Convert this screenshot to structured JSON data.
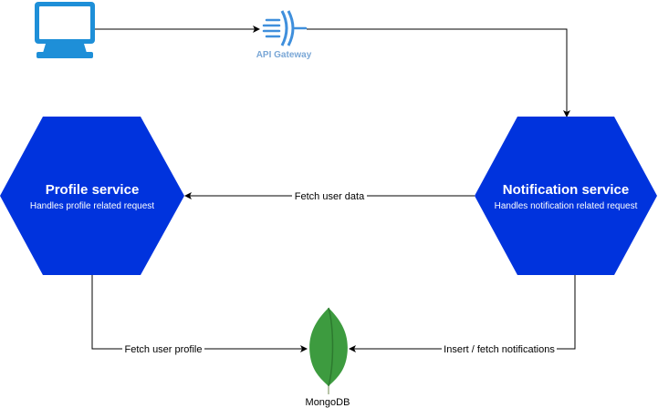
{
  "colors": {
    "service_fill": "#0033dd",
    "computer_blue": "#1e8fd8",
    "gateway_blue": "#3f8fdc",
    "mongo_green": "#3d9b3f",
    "edge": "#000000"
  },
  "nodes": {
    "client": {
      "icon": "computer-icon"
    },
    "gateway": {
      "icon": "api-gateway-icon",
      "label": "API Gateway"
    },
    "profile": {
      "title": "Profile service",
      "subtitle": "Handles profile related request"
    },
    "notification": {
      "title": "Notification service",
      "subtitle": "Handles notification related request"
    },
    "mongodb": {
      "icon": "mongodb-leaf-icon",
      "label": "MongoDB"
    }
  },
  "edges": {
    "fetch_user_data": "Fetch user data",
    "fetch_user_profile": "Fetch user profile",
    "insert_fetch_notifications": "Insert / fetch notifications"
  }
}
